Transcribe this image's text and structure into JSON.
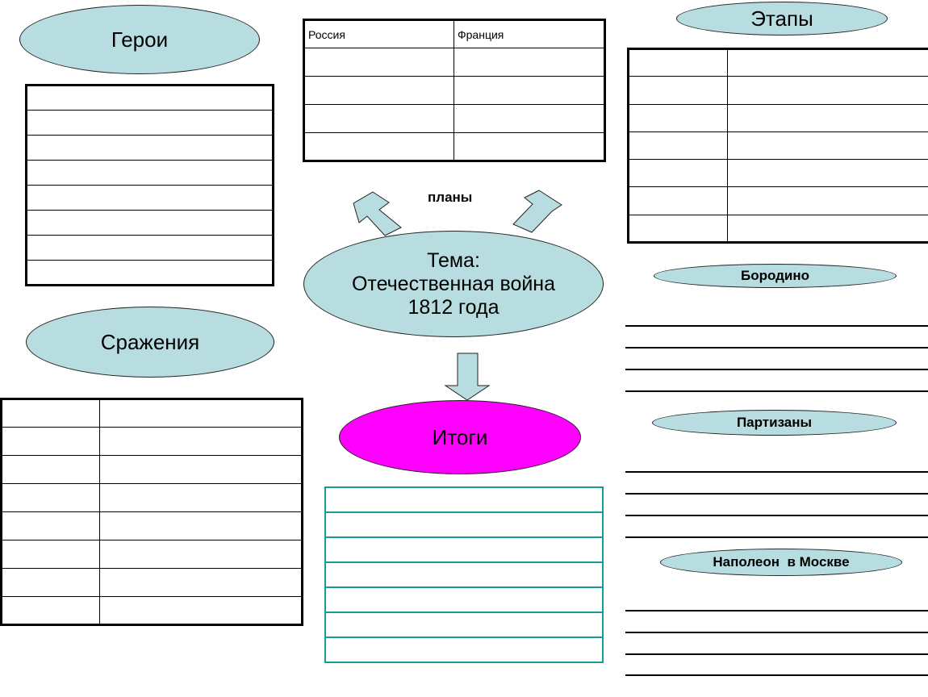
{
  "center": {
    "line1": "Тема:",
    "line2": "Отечественная война",
    "line3": "1812 года"
  },
  "plans_label": "планы",
  "heroes": {
    "title": "Герои"
  },
  "stages": {
    "title": "Этапы"
  },
  "battles": {
    "title": "Сражения"
  },
  "results": {
    "title": "Итоги"
  },
  "comparison": {
    "col_russia": "Россия",
    "col_france": "Франция"
  },
  "topics": [
    {
      "title": "Бородино"
    },
    {
      "title": "Партизаны"
    },
    {
      "title": "Наполеон  в Москве"
    }
  ],
  "colors": {
    "ellipse_fill": "#b7dde0",
    "results_fill": "#ff00ff",
    "results_table_border": "#1a9a96"
  }
}
